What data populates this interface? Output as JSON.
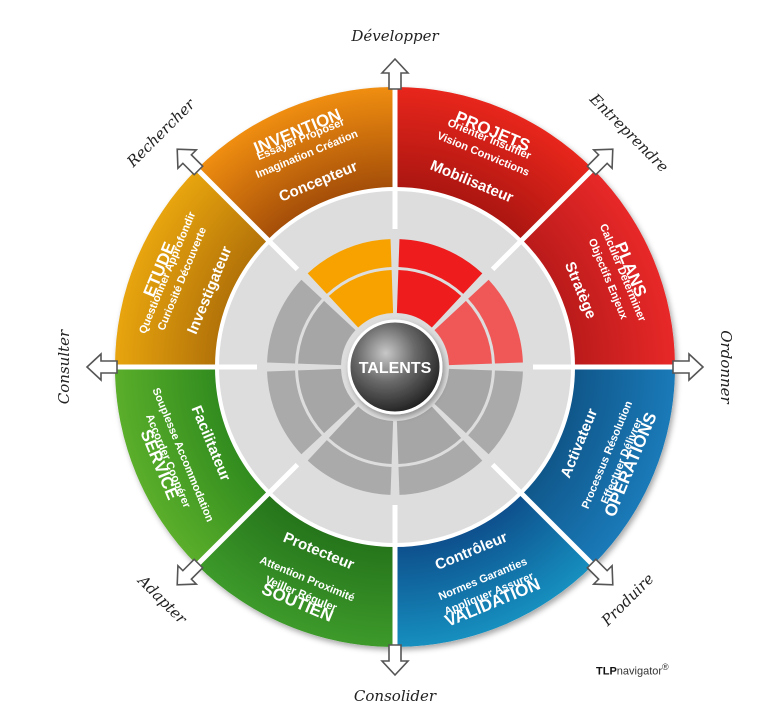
{
  "center_label": "TALENTS",
  "brand": {
    "strong": "TLP",
    "rest": "navigator",
    "mark": "®"
  },
  "sectors": [
    {
      "id": "projets",
      "outer": "PROJETS",
      "role": "Mobilisateur",
      "lines": [
        "Orienter Insuffler",
        "Vision Convictions"
      ],
      "color": "#e8261c",
      "dark": "#a81510",
      "inner": "#ee1c1c",
      "inner_on": true
    },
    {
      "id": "plans",
      "outer": "PLANS",
      "role": "Stratège",
      "lines": [
        "Calculer Déterminer",
        "Objectifs Enjeux"
      ],
      "color": "#e82828",
      "dark": "#b81a1a",
      "inner": "#f05858",
      "inner_on": true
    },
    {
      "id": "operations",
      "outer": "OPERATIONS",
      "role": "Activateur",
      "lines": [
        "Processus Résolution",
        "Effectuer Délivrer"
      ],
      "color": "#1a7ab8",
      "dark": "#0f5588",
      "inner": "#aaaaaa",
      "inner_on": false
    },
    {
      "id": "validation",
      "outer": "VALIDATION",
      "role": "Contrôleur",
      "lines": [
        "Normes Garanties",
        "Appliquer Assurer"
      ],
      "color": "#168fbf",
      "dark": "#0d4c8a",
      "inner": "#aaaaaa",
      "inner_on": false
    },
    {
      "id": "soutien",
      "outer": "SOUTIEN",
      "role": "Protecteur",
      "lines": [
        "Attention Proximité",
        "Veiller Réguler"
      ],
      "color": "#3d9a2a",
      "dark": "#24721a",
      "inner": "#aaaaaa",
      "inner_on": false
    },
    {
      "id": "service",
      "outer": "SERVICE",
      "role": "Facilitateur",
      "lines": [
        "Souplesse Accommodation",
        "Accorder Coopérer"
      ],
      "color": "#5aae2a",
      "dark": "#2f8a1e",
      "inner": "#aaaaaa",
      "inner_on": false
    },
    {
      "id": "etude",
      "outer": "ETUDE",
      "role": "Investigateur",
      "lines": [
        "Questionner Approfondir",
        "Curiosité Découverte"
      ],
      "color": "#e8a50e",
      "dark": "#b07008",
      "inner": "#aaaaaa",
      "inner_on": false
    },
    {
      "id": "invention",
      "outer": "INVENTION",
      "role": "Concepteur",
      "lines": [
        "Essayer Proposer",
        "Imagination Création"
      ],
      "color": "#f08e10",
      "dark": "#a04a08",
      "inner": "#f8a200",
      "inner_on": true
    }
  ],
  "verbs": [
    "Développer",
    "Entreprendre",
    "Ordonner",
    "Produire",
    "Consolider",
    "Adapter",
    "Consulter",
    "Rechercher"
  ]
}
